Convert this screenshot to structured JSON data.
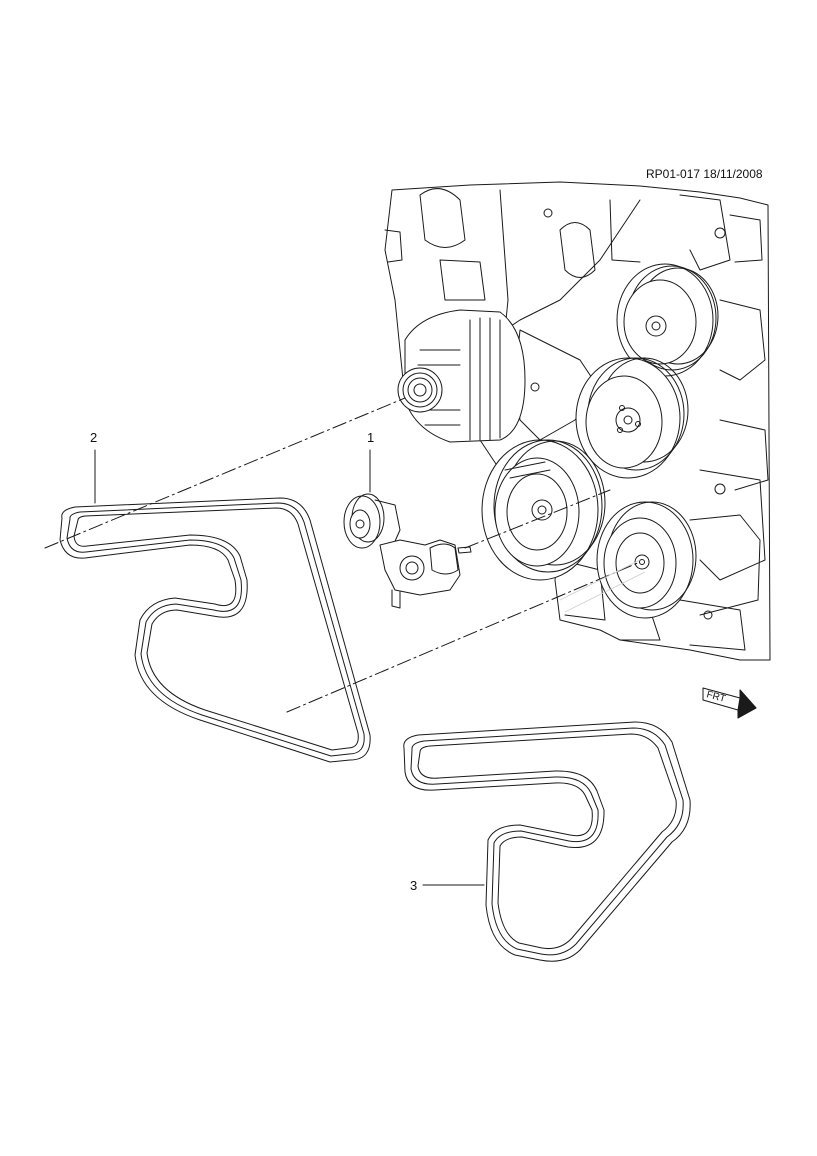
{
  "document": {
    "reference": "RP01-017 18/11/2008"
  },
  "callouts": [
    {
      "label": "1",
      "part": "belt-tensioner"
    },
    {
      "label": "2",
      "part": "drive-belt-large"
    },
    {
      "label": "3",
      "part": "drive-belt-small"
    }
  ],
  "direction_marker": {
    "label": "FRT"
  },
  "colors": {
    "line": "#1a1a1a",
    "fill": "#ffffff",
    "shade": "#d9d9d9"
  }
}
